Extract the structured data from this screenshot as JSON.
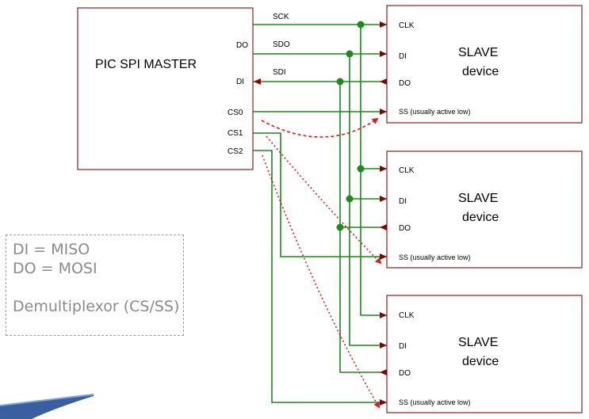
{
  "master": {
    "title": "PIC SPI MASTER",
    "pins": {
      "do": "DO",
      "di": "DI",
      "cs0": "CS0",
      "cs1": "CS1",
      "cs2": "CS2"
    }
  },
  "wires": {
    "sck": "SCK",
    "sdo": "SDO",
    "sdi": "SDI"
  },
  "slaves": [
    {
      "line1": "SLAVE",
      "line2": "device",
      "clk": "CLK",
      "di": "DI",
      "do": "DO",
      "ss": "SS (usually active low)"
    },
    {
      "line1": "SLAVE",
      "line2": "device",
      "clk": "CLK",
      "di": "DI",
      "do": "DO",
      "ss": "SS (usually active low)"
    },
    {
      "line1": "SLAVE",
      "line2": "device",
      "clk": "CLK",
      "di": "DI",
      "do": "DO",
      "ss": "SS (usually active low)"
    }
  ],
  "legend": {
    "line1": "DI = MISO",
    "line2": "DO = MOSI",
    "line3": "Demultiplexor (CS/SS)"
  },
  "colors": {
    "wire": "#1a8c1a",
    "arrow": "#8b0000",
    "dashed": "#d42020",
    "box": "#8b2020"
  }
}
